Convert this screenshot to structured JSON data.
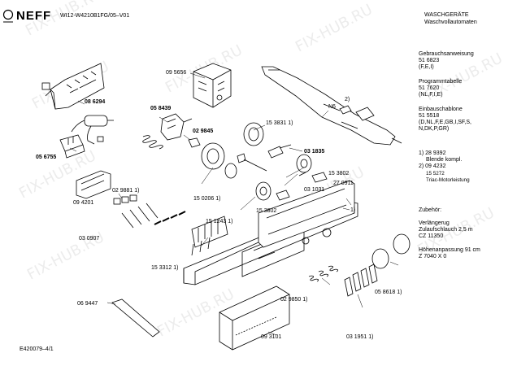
{
  "header": {
    "brand": "NEFF",
    "model": "WI12-W4210B1FG/05–V01",
    "category": "WASCHGERÄTE",
    "subcategory": "Waschvollautomaten"
  },
  "docs": [
    {
      "title": "Gebrauchsanweisung",
      "number": "51 6823",
      "langs": "(F,E,I)"
    },
    {
      "title": "Programmtabelle",
      "number": "51 7620",
      "langs": "(NL,F,I,E)"
    },
    {
      "title": "Einbauschablone",
      "number": "51 5518",
      "langs": "(D,NL,F,E,GB,I,SF,S,",
      "langs2": "N,DK,P,GR)"
    }
  ],
  "notes": [
    "1)  28 9392",
    "Blende kompl.",
    "2)  09 4232",
    "15 5272",
    "Triac-Motorleistung"
  ],
  "accessories": {
    "heading": "Zubehör:",
    "items": [
      {
        "name": "Verlängerug",
        "detail": "Zulaufschlauch 2,5 m",
        "number": "CZ 11350"
      },
      {
        "name": "Höhenanpassung 91 cm",
        "number": "Z 7040 X 0"
      }
    ]
  },
  "parts": [
    "09 5656",
    "08 6294",
    "05 8439",
    "02 9845",
    "05 6755",
    "15 3831 1)",
    "03 1835",
    "N6",
    "2)",
    "15 3802",
    "03 1031",
    "27 0911",
    "15 0206 1)",
    "02 9881 1)",
    "09 4201",
    "03 0907",
    "15 1243 1)",
    "15 3802",
    "1)",
    "15 3312 1)",
    "06 9447",
    "02 9850 1)",
    "05 8618 1)",
    "09 3101",
    "03 1951 1)"
  ],
  "footer": {
    "code": "E420079–4/1"
  },
  "watermark": "FIX-HUB.RU"
}
